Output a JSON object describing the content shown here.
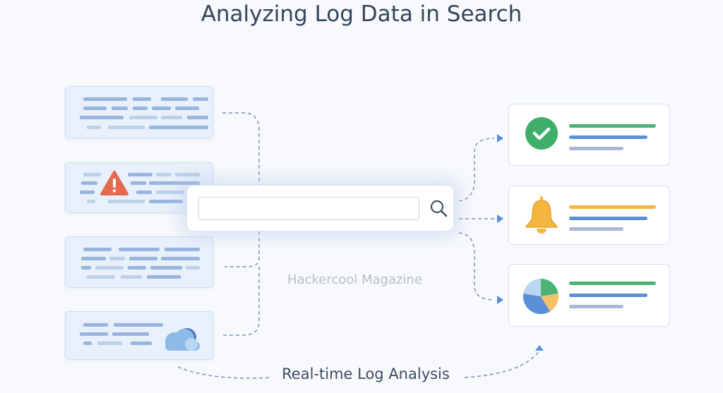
{
  "title": "Analyzing Log Data in Search",
  "watermark": "Hackercool Magazine",
  "footer_label": "Real-time Log Analysis",
  "search": {
    "value": "",
    "placeholder": ""
  },
  "colors": {
    "green": "#3fae6a",
    "blue": "#5b8fd6",
    "gray": "#a9b6d6",
    "orange": "#f4b63e",
    "red": "#e4694f"
  },
  "log_sources": [
    {
      "icon": "none"
    },
    {
      "icon": "warning-icon"
    },
    {
      "icon": "none"
    },
    {
      "icon": "cloud-icon"
    }
  ],
  "outputs": [
    {
      "icon": "check-circle-icon"
    },
    {
      "icon": "bell-icon"
    },
    {
      "icon": "pie-chart-icon"
    }
  ]
}
